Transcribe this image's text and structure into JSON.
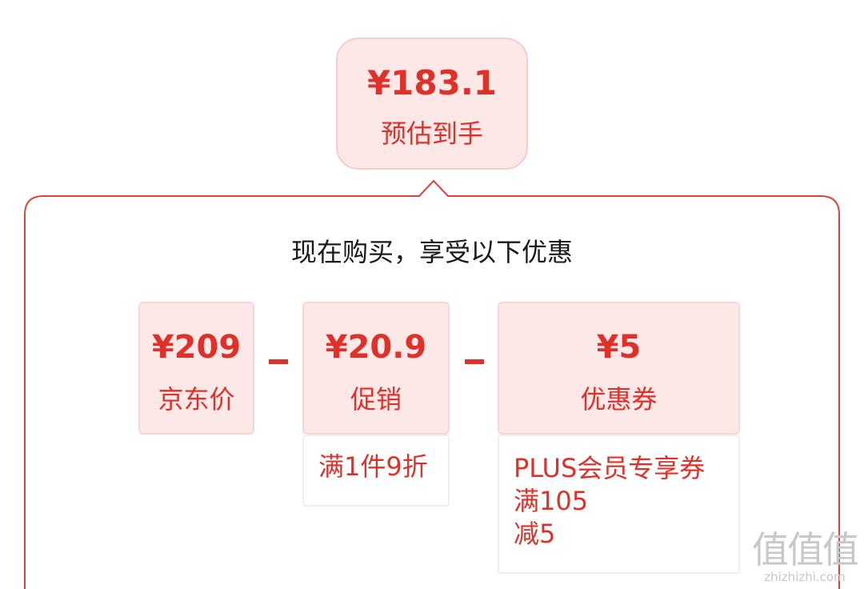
{
  "estimate": {
    "price": "¥183.1",
    "label": "预估到手"
  },
  "panel": {
    "heading": "现在购买，享受以下优惠"
  },
  "breakdown": [
    {
      "amount": "¥209",
      "label": "京东价"
    },
    {
      "amount": "¥20.9",
      "label": "促销",
      "detail": [
        "满1件9折"
      ]
    },
    {
      "amount": "¥5",
      "label": "优惠券",
      "detail": [
        "PLUS会员专享券",
        "满105",
        "减5"
      ]
    }
  ],
  "watermark": {
    "glyphs": "值值值",
    "url": "zhizhizhi.com"
  },
  "colors": {
    "accent": "#e0302a",
    "card_bg": "#fde8e8",
    "border": "#d9453e"
  }
}
